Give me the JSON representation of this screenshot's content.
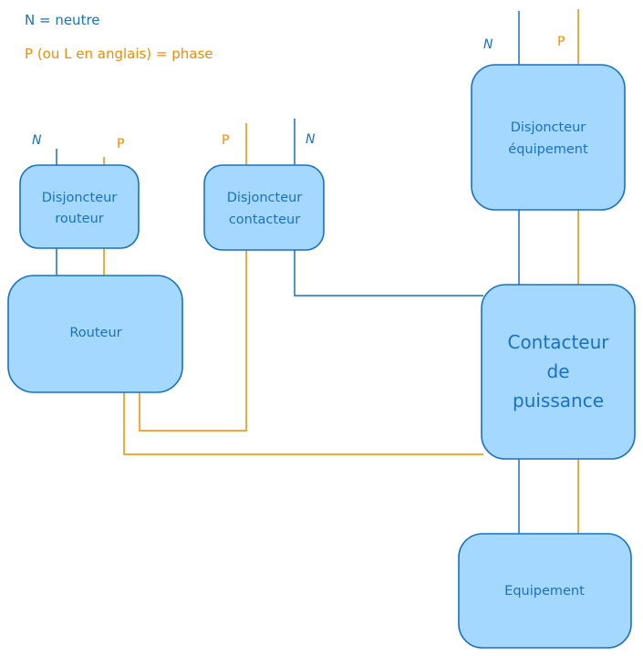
{
  "legend": {
    "neutral": "N = neutre",
    "phase": "P (ou L en anglais) = phase"
  },
  "colors": {
    "neutral": "#1971c2",
    "phase": "#f08c00",
    "box_fill": "#a5d8ff",
    "box_stroke": "#1971c2"
  },
  "tags": {
    "n": "N",
    "p": "P"
  },
  "boxes": {
    "disjoncteur_routeur": [
      "Disjoncteur",
      "routeur"
    ],
    "disjoncteur_contacteur": [
      "Disjoncteur",
      "contacteur"
    ],
    "disjoncteur_equipement": [
      "Disjoncteur",
      "équipement"
    ],
    "routeur": [
      "Routeur"
    ],
    "contacteur_puissance": [
      "Contacteur",
      "de",
      "puissance"
    ],
    "equipement": [
      "Equipement"
    ]
  }
}
